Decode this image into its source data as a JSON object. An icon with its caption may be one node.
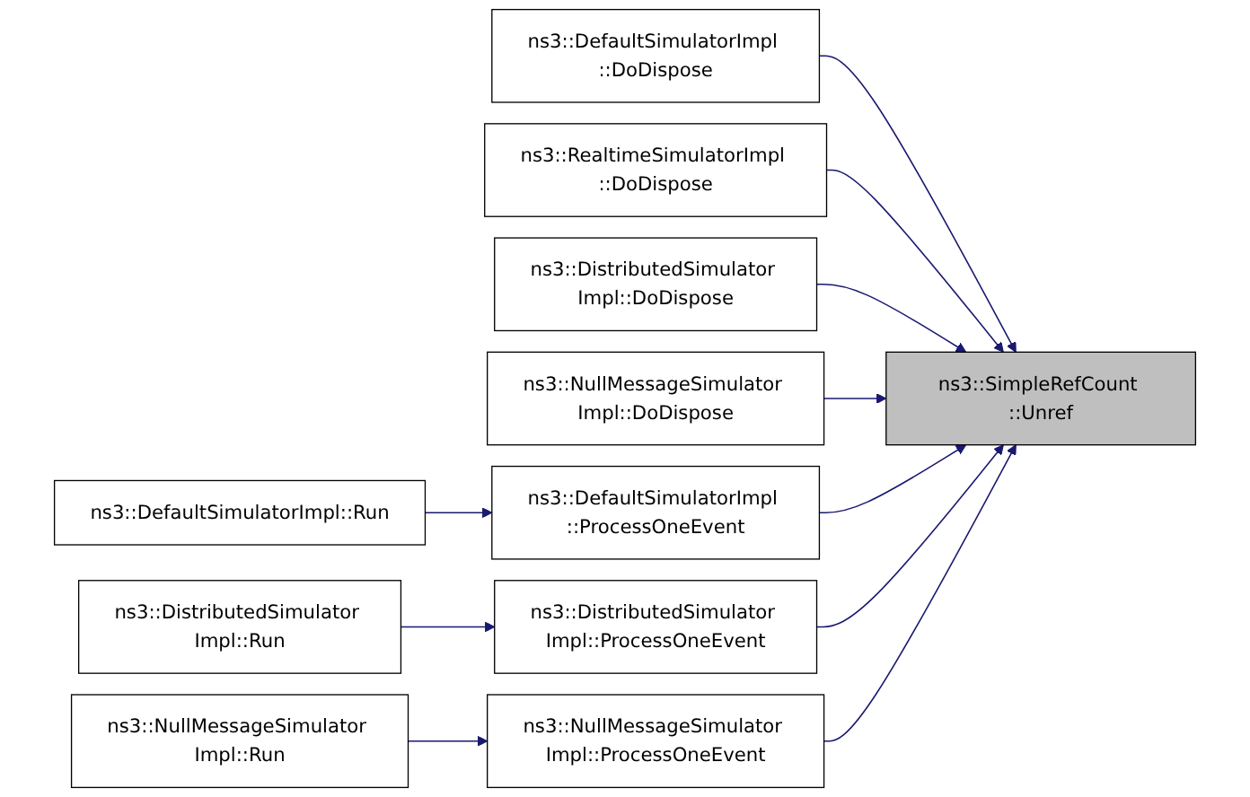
{
  "diagram": {
    "nodes": [
      {
        "text": [
          "ns3::DefaultSimulatorImpl ::DoDispose"
        ]
      },
      {
        "text": [
          "ns3::RealtimeSimulatorImpl ::DoDispose"
        ]
      },
      {
        "text": [
          "ns3::DistributedSimulator Impl::DoDispose"
        ]
      },
      {
        "text": [
          "ns3::NullMessageSimulator Impl::DoDispose"
        ]
      },
      {
        "text": [
          "ns3::SimpleRefCount ::Unref"
        ]
      },
      {
        "text": [
          "ns3::DefaultSimulatorImpl::Run"
        ]
      },
      {
        "text": [
          "ns3::DefaultSimulatorImpl ::ProcessOneEvent"
        ]
      },
      {
        "text": [
          "ns3::DistributedSimulator Impl::Run"
        ]
      },
      {
        "text": [
          "ns3::DistributedSimulator Impl::ProcessOneEvent"
        ]
      },
      {
        "text": [
          "ns3::NullMessageSimulator Impl::Run"
        ]
      },
      {
        "text": [
          "ns3::NullMessageSimulator Impl::ProcessOneEvent"
        ]
      }
    ],
    "edges": [
      {
        "from": 0,
        "to": 4,
        "arrow": "to"
      },
      {
        "from": 1,
        "to": 4,
        "arrow": "to"
      },
      {
        "from": 2,
        "to": 4,
        "arrow": "to"
      },
      {
        "from": 3,
        "to": 4,
        "arrow": "to"
      },
      {
        "from": 6,
        "to": 4,
        "arrow": "to"
      },
      {
        "from": 8,
        "to": 4,
        "arrow": "to"
      },
      {
        "from": 10,
        "to": 4,
        "arrow": "to"
      },
      {
        "from": 5,
        "to": 6,
        "arrow": "to"
      },
      {
        "from": 7,
        "to": 8,
        "arrow": "to"
      },
      {
        "from": 9,
        "to": 10,
        "arrow": "to"
      }
    ]
  }
}
